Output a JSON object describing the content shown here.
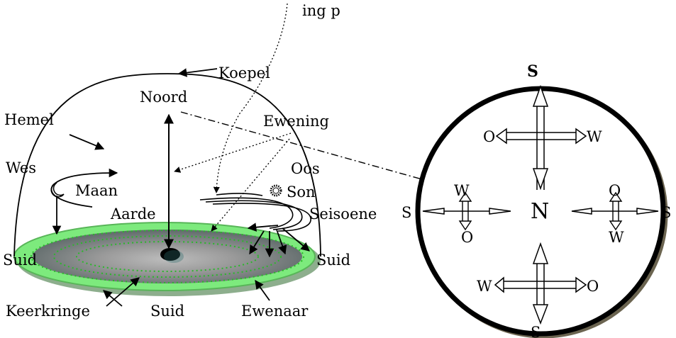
{
  "labels": {
    "top_partial": "ing p",
    "koepel": "Koepel",
    "noord": "Noord",
    "hemel": "Hemel",
    "ewening": "Ewening",
    "wes": "Wes",
    "oos": "Oos",
    "maan": "Maan",
    "son": "Son",
    "aarde": "Aarde",
    "seisoene": "Seisoene",
    "suid_left": "Suid",
    "suid_right": "Suid",
    "keerkringe": "Keerkringe",
    "suid_bottom": "Suid",
    "ewenaar": "Ewenaar"
  },
  "compass": {
    "center": "N",
    "top_s": "S",
    "bottom_s": "S",
    "left_s": "S",
    "right_s": "S",
    "top_cross": {
      "left": "O",
      "right": "W"
    },
    "bottom_cross": {
      "left": "W",
      "right": "O"
    },
    "left_cross": {
      "top": "W",
      "bottom": "O"
    },
    "right_cross": {
      "top": "O",
      "bottom": "W"
    }
  },
  "colors": {
    "earth_disc_fill": "#7dea7d",
    "earth_disc_shadow": "#4f5257",
    "earth_center": "#000000",
    "compass_shadow": "#6b6450",
    "line": "#000000"
  }
}
